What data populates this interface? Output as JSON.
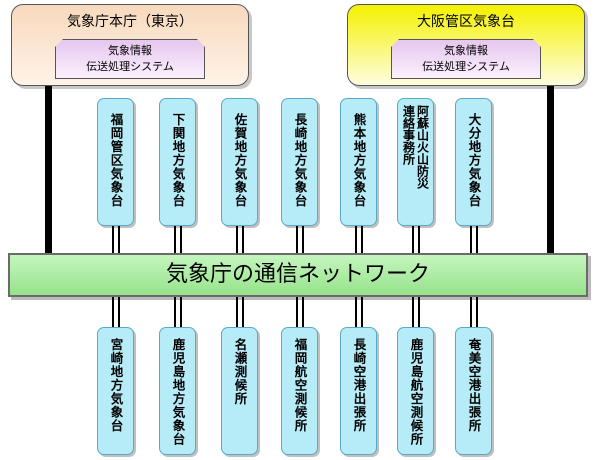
{
  "headquarters": {
    "left": {
      "title": "気象庁本庁（東京）",
      "system_line1": "気象情報",
      "system_line2": "伝送処理システム"
    },
    "right": {
      "title": "大阪管区気象台",
      "system_line1": "気象情報",
      "system_line2": "伝送処理システム"
    }
  },
  "network": {
    "label": "気象庁の通信ネットワーク"
  },
  "top_offices": [
    "福岡管区気象台",
    "下関地方気象台",
    "佐賀地方気象台",
    "長崎地方気象台",
    "熊本地方気象台",
    "阿蘇山火山防災連絡事務所",
    "大分地方気象台"
  ],
  "bottom_offices": [
    "宮崎地方気象台",
    "鹿児島地方気象台",
    "名瀬測候所",
    "福岡航空測候所",
    "長崎空港出張所",
    "鹿児島航空測候所",
    "奄美空港出張所"
  ],
  "colors": {
    "hq_left_fill": "#f7d9bd",
    "hq_right_fill": "#f4f100",
    "system_fill": "#e6c6ee",
    "office_fill": "#b6ecf8",
    "network_fill": "#96e38a"
  }
}
